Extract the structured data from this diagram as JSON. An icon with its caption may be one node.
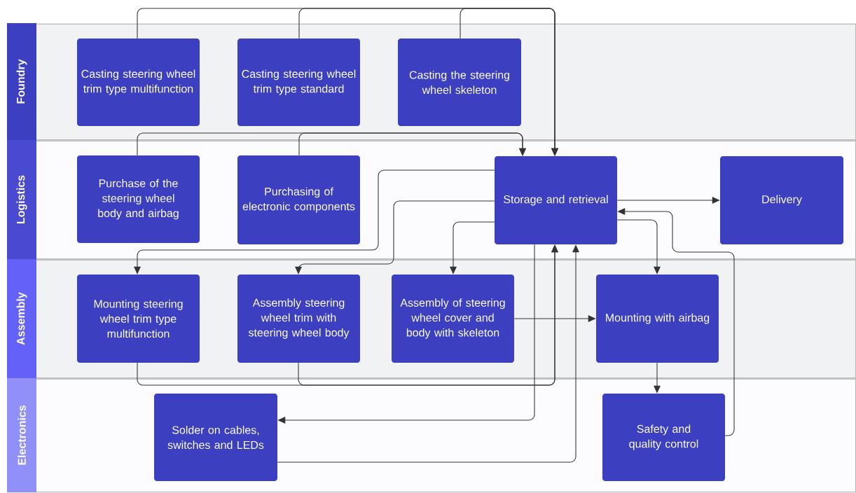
{
  "diagram": {
    "nodes": [
      {
        "text": [
          "Foundry"
        ]
      },
      {
        "text": [
          "Logistics"
        ]
      },
      {
        "text": [
          "Assembly"
        ]
      },
      {
        "text": [
          "Electronics"
        ]
      },
      {
        "text": [
          "Casting steering wheel trim type multifunction"
        ],
        "in": 0
      },
      {
        "text": [
          "Casting steering wheel trim type standard"
        ],
        "in": 0
      },
      {
        "text": [
          "Casting the steering wheel skeleton"
        ],
        "in": 0
      },
      {
        "text": [
          "Purchase of the steering wheel body and airbag"
        ],
        "in": 1
      },
      {
        "text": [
          "Purchasing of electronic components"
        ],
        "in": 1
      },
      {
        "text": [
          "Storage and retrieval"
        ],
        "in": 1
      },
      {
        "text": [
          "Delivery"
        ],
        "in": 1
      },
      {
        "text": [
          "Mounting steering wheel trim type multifunction"
        ],
        "in": 2
      },
      {
        "text": [
          "Assembly steering wheel trim with steering wheel body"
        ],
        "in": 2
      },
      {
        "text": [
          "Assembly of steering wheel cover and body with skeleton"
        ],
        "in": 2
      },
      {
        "text": [
          "Mounting with airbag"
        ],
        "in": 2
      },
      {
        "text": [
          "Solder on cables, switches and LEDs"
        ],
        "in": 3
      },
      {
        "text": [
          "Safety and quality control"
        ],
        "in": 3
      }
    ],
    "edges": [
      {
        "from": 4,
        "to": 9,
        "arrow": "to"
      },
      {
        "from": 5,
        "to": 9,
        "arrow": "to"
      },
      {
        "from": 6,
        "to": 9,
        "arrow": "to"
      },
      {
        "from": 7,
        "to": 9,
        "arrow": "to"
      },
      {
        "from": 8,
        "to": 9,
        "arrow": "to"
      },
      {
        "from": 9,
        "to": 10,
        "arrow": "to"
      },
      {
        "from": 9,
        "to": 11,
        "arrow": "to"
      },
      {
        "from": 9,
        "to": 12,
        "arrow": "to"
      },
      {
        "from": 9,
        "to": 13,
        "arrow": "to"
      },
      {
        "from": 9,
        "to": 14,
        "arrow": "to"
      },
      {
        "from": 16,
        "to": 9,
        "arrow": "to"
      },
      {
        "from": 13,
        "to": 14,
        "arrow": "to"
      },
      {
        "from": 14,
        "to": 16,
        "arrow": "to"
      },
      {
        "from": 11,
        "to": 9,
        "arrow": "to"
      },
      {
        "from": 12,
        "to": 9,
        "arrow": "to"
      },
      {
        "from": 9,
        "to": 15,
        "arrow": "to"
      },
      {
        "from": 15,
        "to": 9,
        "arrow": "to"
      }
    ]
  }
}
